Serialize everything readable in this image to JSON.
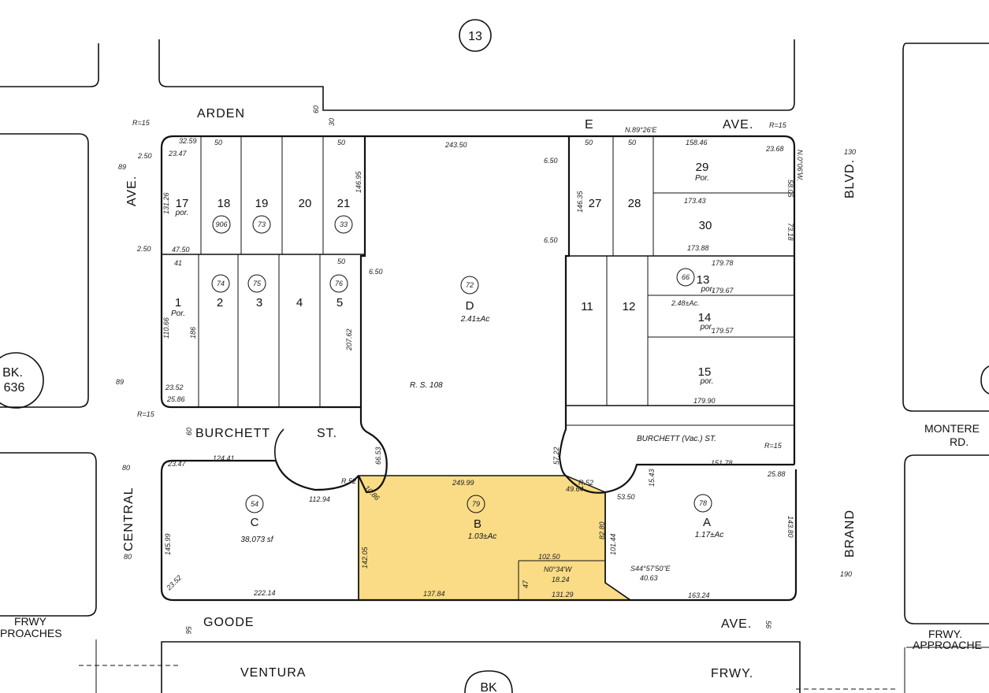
{
  "map": {
    "streets": {
      "arden": "ARDEN",
      "ave_top": "AVE.",
      "e": "E",
      "ave_left": "AVE.",
      "burchett": "BURCHETT",
      "st": "ST.",
      "burchett_vac": "BURCHETT (Vac.) ST.",
      "central": "CENTRAL",
      "goode": "GOODE",
      "ave_bottom": "AVE.",
      "brand": "BRAND",
      "blvd": "BLVD.",
      "ventura": "VENTURA",
      "frwy": "FRWY.",
      "monterey": "MONTERE",
      "rd": "RD.",
      "frwy_left_1": "FRWY",
      "frwy_left_2": "PROACHES",
      "frwy_right_1": "FRWY.",
      "frwy_right_2": "APPROACHE"
    },
    "book_ref": {
      "bk": "BK.",
      "num": "636",
      "bottom": "BK"
    },
    "page_circle": "13",
    "lots_top_left": [
      "17",
      "18",
      "19",
      "20",
      "21"
    ],
    "lots_top_left_sub": {
      "17": "por.",
      "21": ""
    },
    "lots_mid_left": [
      "1",
      "2",
      "3",
      "4",
      "5"
    ],
    "lots_mid_left_sub": {
      "1": "Por."
    },
    "lots_top_right": [
      "27",
      "28",
      "29",
      "30"
    ],
    "lots_mid_right": [
      "11",
      "12",
      "13",
      "14",
      "15"
    ],
    "parcel_circles": {
      "p906": "906",
      "p73": "73",
      "p33": "33",
      "p74": "74",
      "p75": "75",
      "p76": "76",
      "p72": "72",
      "p66": "66",
      "p54": "54",
      "p79": "79",
      "p78": "78"
    },
    "parcels": {
      "D": {
        "label": "D",
        "area": "2.41±Ac"
      },
      "C": {
        "label": "C",
        "area": "38,073 sf"
      },
      "B": {
        "label": "B",
        "area": "1.03±Ac"
      },
      "A": {
        "label": "A",
        "area": "1.17±Ac"
      }
    },
    "rs": "R. S.   108",
    "por_labels": {
      "p29": "Por.",
      "p13": "por.",
      "p14": "por.",
      "p15": "por."
    },
    "dims": {
      "d24350": "243.50",
      "d50a": "50",
      "d50b": "50",
      "d50c": "50",
      "d50d": "50",
      "d50e": "50",
      "d15846": "158.46",
      "d2368": "23.68",
      "d5805": "58.05",
      "d17343": "173.43",
      "d7318": "73.18",
      "d17388": "173.88",
      "d17978": "179.78",
      "d17967": "179.67",
      "d17957": "179.57",
      "d17990": "179.90",
      "d248ac": "2.48±Ac.",
      "d4750": "47.50",
      "d41": "41",
      "d11066": "110.66",
      "d186a": "186",
      "d20762": "207.62",
      "d650a": "6.50",
      "d650b": "6.50",
      "d650c": "6.50",
      "d14635": "146.35",
      "d14695": "146.95",
      "d6653": "66.53",
      "d5722": "57.22",
      "d12441": "124.41",
      "d11294": "112.94",
      "d24999": "249.99",
      "d4964": "49.64",
      "d8280": "82.80",
      "d10144": "101.44",
      "d5350": "53.50",
      "d15178": "151.78",
      "d14599": "145.99",
      "d14205": "142.05",
      "d22214": "222.14",
      "d13784": "137.84",
      "d10250": "102.50",
      "d13129": "131.29",
      "d16324": "163.24",
      "d14380": "143.80",
      "d2352": "23.52",
      "d2347": "23.47",
      "d2588": "25.88",
      "d1086": "10.86",
      "d47": "47",
      "d2352b": "23.52",
      "d2586": "25.86",
      "d2347b": "23.47",
      "d13126": "131.26",
      "d3259": "32.59",
      "n89": "N.89°26'E",
      "n0106w": "N.0°06'W.",
      "n034w": "N0°34'W",
      "d1824": "18.24",
      "s44": "S44°57'50\"E",
      "d4063": "40.63",
      "r15a": "R=15",
      "r15b": "R=15",
      "r15c": "R=15",
      "r15d": "R=15",
      "r52a": "R.52",
      "r52b": "R.52",
      "d60a": "60",
      "d60b": "60",
      "d30": "30",
      "d89a": "89",
      "d89b": "89",
      "d80a": "80",
      "d80b": "80",
      "d56a": "56",
      "d56b": "56",
      "d130": "130",
      "d190": "190",
      "d2_50a": "2.50",
      "d2_50b": "2.50",
      "d1543": "15.43"
    },
    "colors": {
      "highlight": "#f9dc85",
      "ink": "#111111"
    }
  }
}
